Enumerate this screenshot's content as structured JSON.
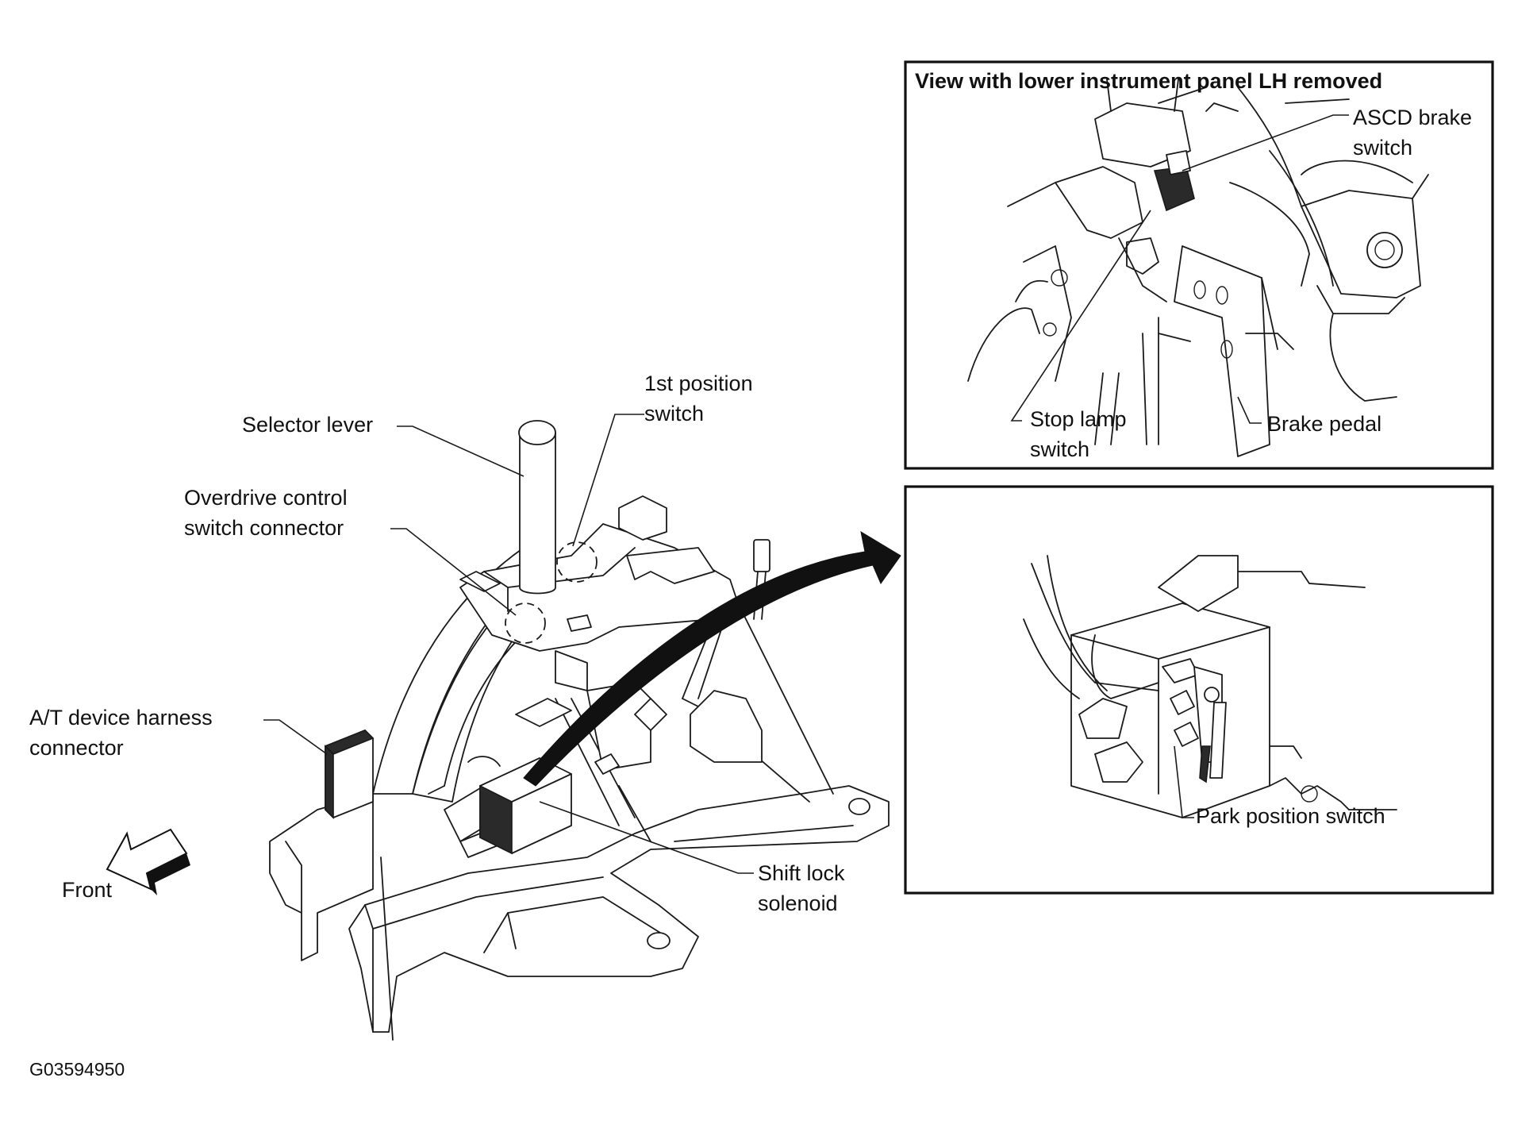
{
  "figure_id": "G03594950",
  "main": {
    "labels": {
      "selector_lever": "Selector lever",
      "first_position_1": "1st position",
      "first_position_2": "switch",
      "overdrive_1": "Overdrive control",
      "overdrive_2": "switch connector",
      "harness_1": "A/T device harness",
      "harness_2": "connector",
      "front": "Front",
      "shift_lock_1": "Shift lock",
      "shift_lock_2": "solenoid"
    }
  },
  "inset_top": {
    "title": "View with lower instrument panel LH removed",
    "labels": {
      "ascd_1": "ASCD brake",
      "ascd_2": "switch",
      "stop_lamp_1": "Stop lamp",
      "stop_lamp_2": "switch",
      "brake_pedal": "Brake pedal"
    }
  },
  "inset_bottom": {
    "labels": {
      "park_position": "Park position switch"
    }
  }
}
